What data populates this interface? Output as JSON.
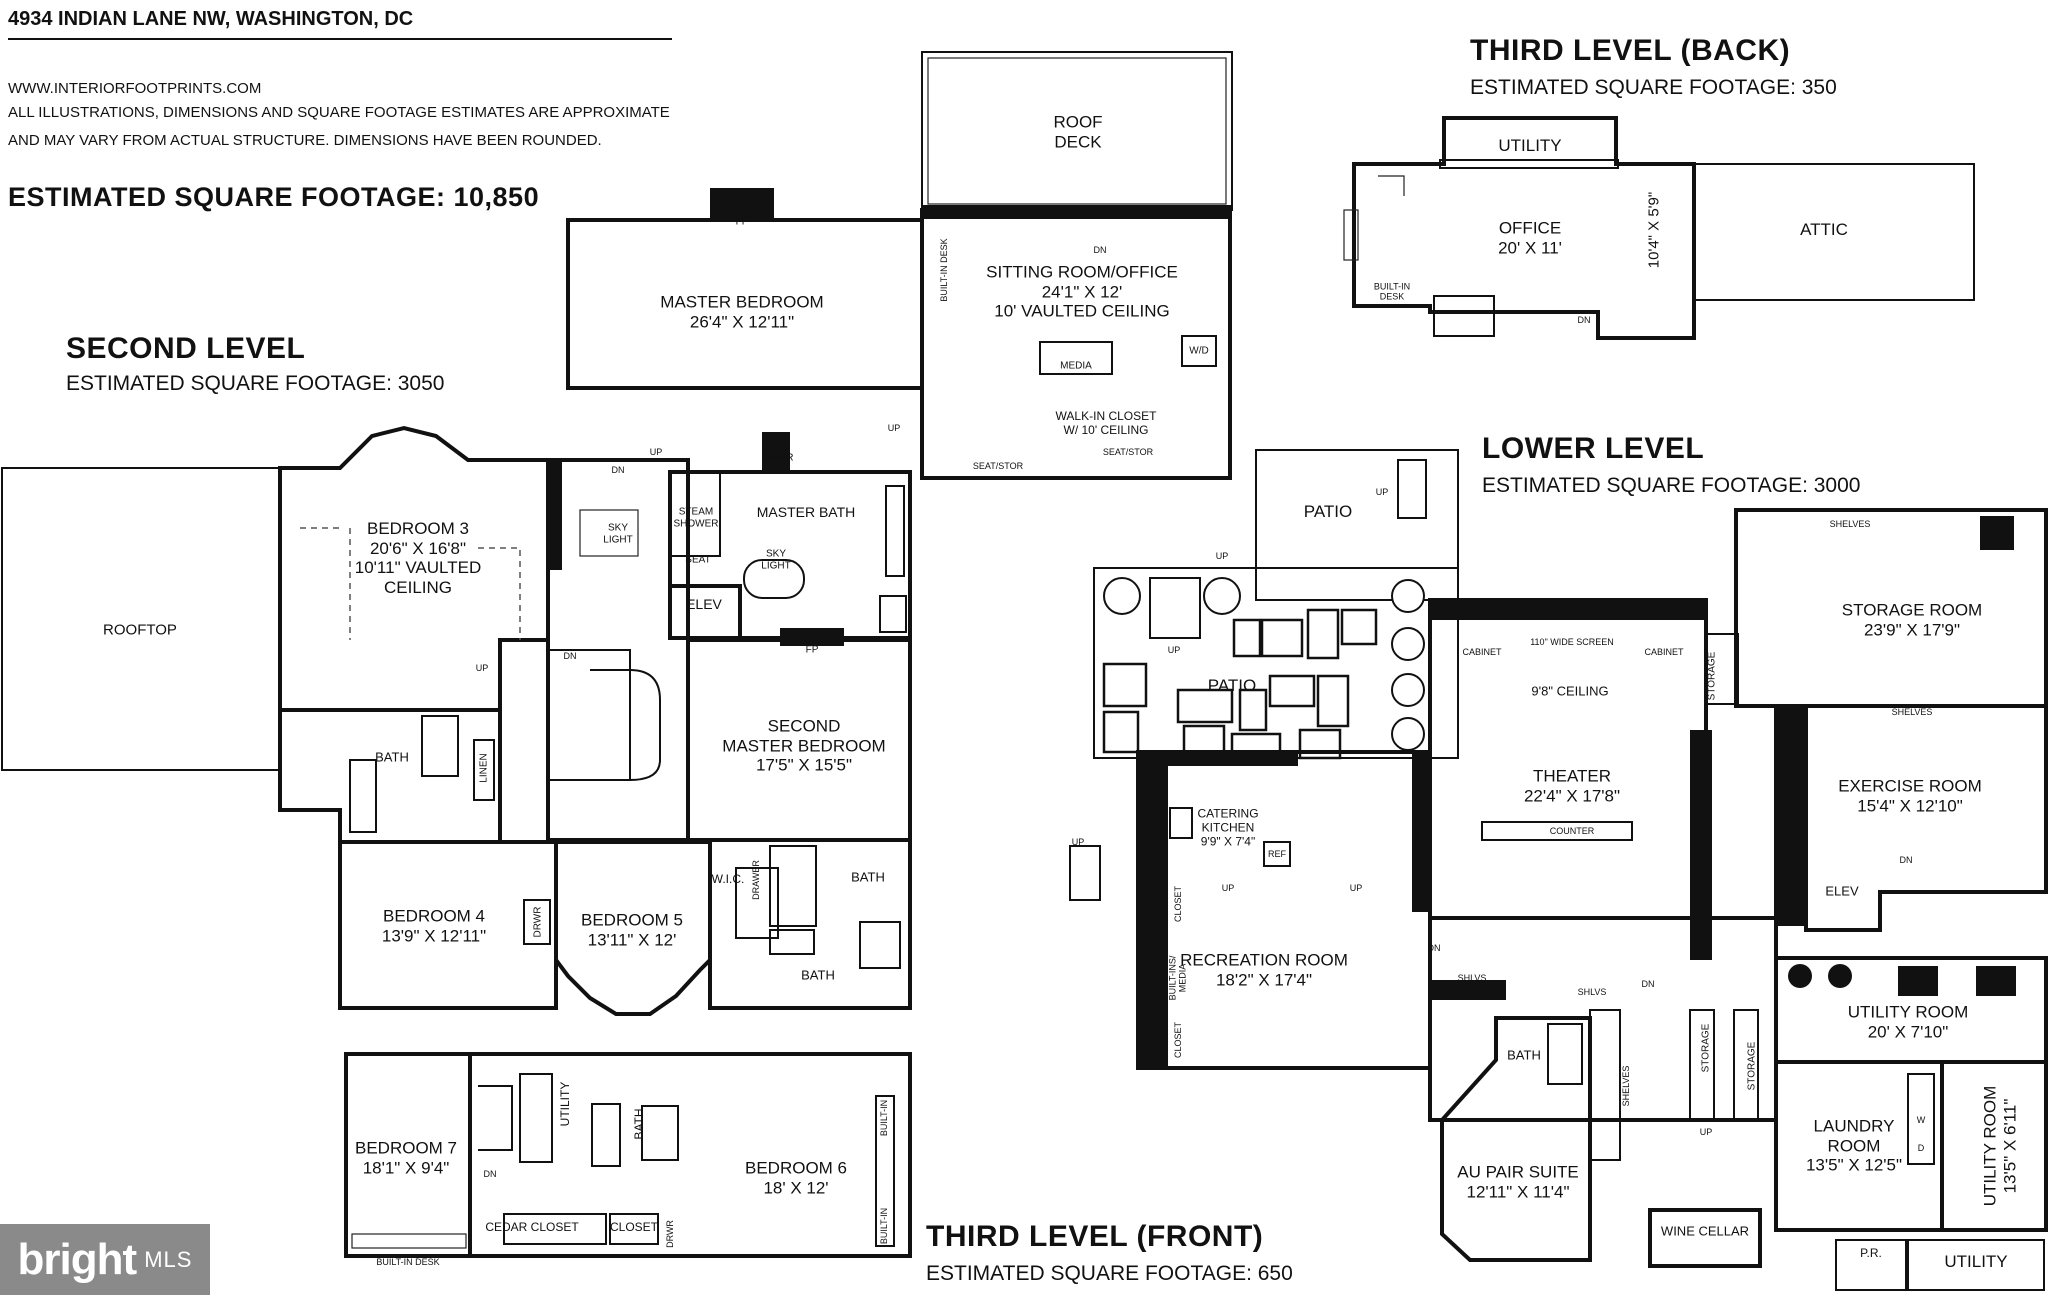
{
  "address": "4934 INDIAN LANE NW, WASHINGTON, DC",
  "disclaimer": {
    "website": "WWW.INTERIORFOOTPRINTS.COM",
    "line1": "ALL ILLUSTRATIONS, DIMENSIONS AND SQUARE FOOTAGE ESTIMATES ARE APPROXIMATE",
    "line2": "AND MAY VARY FROM ACTUAL STRUCTURE. DIMENSIONS HAVE BEEN ROUNDED."
  },
  "total_footage": "ESTIMATED SQUARE FOOTAGE: 10,850",
  "second_level": {
    "title": "SECOND LEVEL",
    "footage": "ESTIMATED SQUARE FOOTAGE: 3050",
    "rooms": {
      "rooftop": "ROOFTOP",
      "roof_deck": [
        "ROOF",
        "DECK"
      ],
      "master_bedroom": [
        "MASTER BEDROOM",
        "26'4\" X 12'11\""
      ],
      "sitting_room": [
        "SITTING ROOM/OFFICE",
        "24'1\" X 12'",
        "10' VAULTED CEILING"
      ],
      "walk_in_closet": [
        "WALK-IN CLOSET",
        "W/ 10' CEILING"
      ],
      "bedroom3": [
        "BEDROOM 3",
        "20'6\" X 16'8\"",
        "10'11\" VAULTED",
        "CEILING"
      ],
      "master_bath": "MASTER BATH",
      "second_master": [
        "SECOND",
        "MASTER BEDROOM",
        "17'5\" X 15'5\""
      ],
      "bedroom4": [
        "BEDROOM 4",
        "13'9\" X 12'11\""
      ],
      "bedroom5": [
        "BEDROOM 5",
        "13'11\" X 12'"
      ],
      "bath": "BATH",
      "elev": "ELEV",
      "linen": "LINEN",
      "wic": "W.I.C.",
      "steam_shower": [
        "STEAM",
        "SHOWER"
      ],
      "seat": "SEAT",
      "sky_light": [
        "SKY",
        "LIGHT"
      ],
      "drwr": "DRWR",
      "drawer": "DRAWER",
      "built_in_desk": "BUILT-IN DESK",
      "media": "MEDIA",
      "wd": "W/D",
      "seat_stor": "SEAT/STOR",
      "fp": "FP"
    }
  },
  "third_back": {
    "title": "THIRD LEVEL (BACK)",
    "footage": "ESTIMATED SQUARE FOOTAGE: 350",
    "rooms": {
      "utility": "UTILITY",
      "office": [
        "OFFICE",
        "20' X 11'"
      ],
      "hall": "10'4\" X 5'9\"",
      "attic": "ATTIC",
      "built_in_desk": [
        "BUILT-IN",
        "DESK"
      ]
    }
  },
  "third_front": {
    "title": "THIRD LEVEL (FRONT)",
    "footage": "ESTIMATED SQUARE FOOTAGE: 650",
    "rooms": {
      "bedroom7": [
        "BEDROOM 7",
        "18'1\" X 9'4\""
      ],
      "bedroom6": [
        "BEDROOM 6",
        "18' X 12'"
      ],
      "utility": "UTILITY",
      "bath": "BATH",
      "cedar_closet": "CEDAR CLOSET",
      "closet": "CLOSET",
      "built_in_desk": "BUILT-IN DESK",
      "built_in": "BUILT-IN",
      "drwr": "DRWR"
    }
  },
  "lower_level": {
    "title": "LOWER LEVEL",
    "footage": "ESTIMATED SQUARE FOOTAGE: 3000",
    "rooms": {
      "patio": "PATIO",
      "storage_room": [
        "STORAGE ROOM",
        "23'9\" X 17'9\""
      ],
      "shelves": "SHELVES",
      "storage": "STORAGE",
      "cabinet": "CABINET",
      "screen": "110\" WIDE SCREEN",
      "ceiling": "9'8\" CEILING",
      "theater": [
        "THEATER",
        "22'4\" X 17'8\""
      ],
      "counter": "COUNTER",
      "exercise_room": [
        "EXERCISE ROOM",
        "15'4\" X 12'10\""
      ],
      "elev": "ELEV",
      "catering_kitchen": [
        "CATERING",
        "KITCHEN",
        "9'9\" X 7'4\""
      ],
      "ref": "REF",
      "shlvs": "SHLVS",
      "recreation_room": [
        "RECREATION ROOM",
        "18'2\" X 17'4\""
      ],
      "closet": "CLOSET",
      "built_ins_media": [
        "BUILT-INS/",
        "MEDIA"
      ],
      "utility_room": [
        "UTILITY ROOM",
        "20' X 7'10\""
      ],
      "utility_room_small": [
        "UTILITY ROOM",
        "13'5\" X 6'11\""
      ],
      "bath": "BATH",
      "laundry_room": [
        "LAUNDRY",
        "ROOM",
        "13'5\" X 12'5\""
      ],
      "au_pair_suite": [
        "AU PAIR SUITE",
        "12'11\" X 11'4\""
      ],
      "wine_cellar": "WINE CELLAR",
      "pr": "P.R.",
      "utility": "UTILITY",
      "w": "W",
      "d": "D"
    }
  },
  "stairs": {
    "up": "UP",
    "dn": "DN"
  },
  "watermark": {
    "brand": "bright",
    "tag": "MLS"
  }
}
